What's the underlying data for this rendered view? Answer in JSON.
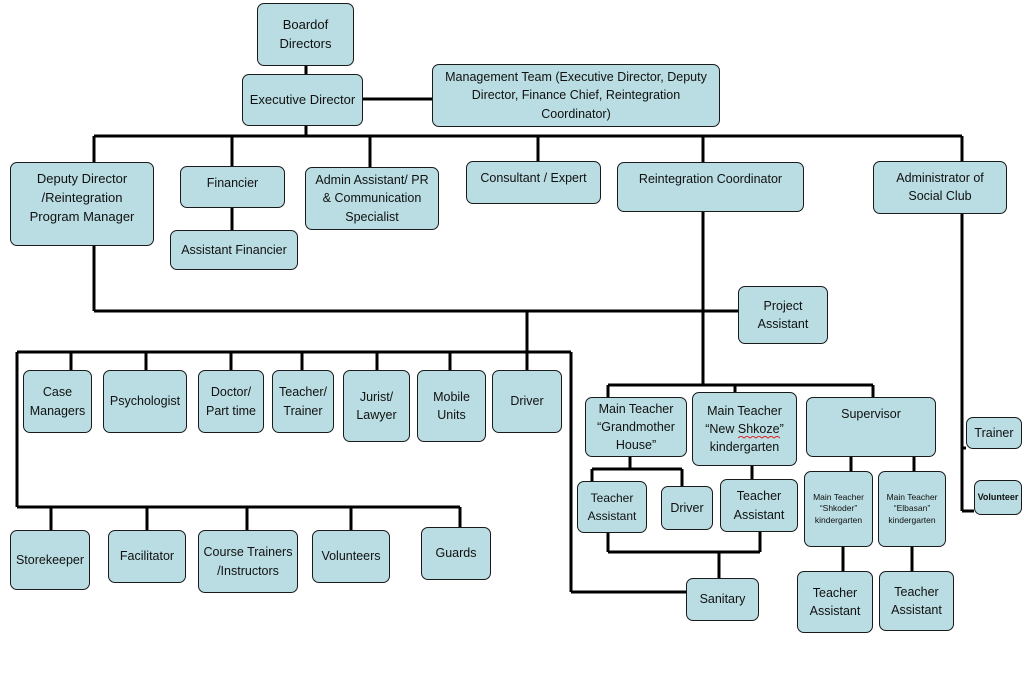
{
  "theme": {
    "box_fill": "#b9dde2",
    "box_border": "#1a1a1a",
    "line_color": "#000000"
  },
  "nodes": {
    "board": "Boardof\nDirectors",
    "executive_director": "Executive Director",
    "management_team": "Management Team (Executive Director, Deputy\nDirector, Finance Chief, Reintegration\nCoordinator)",
    "deputy_director": "Deputy Director\n/Reintegration\nProgram Manager",
    "financier": "Financier",
    "assistant_financier": "Assistant Financier",
    "admin_assistant": "Admin Assistant/ PR\n& Communication\nSpecialist",
    "consultant": "Consultant / Expert",
    "reintegration_coordinator": "Reintegration Coordinator",
    "admin_social_club": "Administrator of\nSocial Club",
    "project_assistant": "Project\nAssistant",
    "case_managers": "Case\nManagers",
    "psychologist": "Psychologist",
    "doctor": "Doctor/\nPart time",
    "teacher_trainer": "Teacher/\nTrainer",
    "jurist": "Jurist/\nLawyer",
    "mobile_units": "Mobile\nUnits",
    "driver_1": "Driver",
    "storekeeper": "Storekeeper",
    "facilitator": "Facilitator",
    "course_trainers": "Course Trainers\n/Instructors",
    "volunteers": "Volunteers",
    "guards": "Guards",
    "main_teacher_grandmother": "Main Teacher\n“Grandmother\nHouse”",
    "main_teacher_newshkoze_line1": "Main Teacher",
    "main_teacher_newshkoze_line2_pre": "“New ",
    "main_teacher_newshkoze_word": "Shkoze",
    "main_teacher_newshkoze_line2_post": "”",
    "main_teacher_newshkoze_line3": "kindergarten",
    "supervisor": "Supervisor",
    "teacher_assistant_1": "Teacher\nAssistant",
    "driver_2": "Driver",
    "teacher_assistant_2": "Teacher\nAssistant",
    "main_teacher_shkoder": "Main Teacher\n“Shkoder”\nkindergarten",
    "main_teacher_elbasan": "Main Teacher\n“Elbasan”\nkindergarten",
    "sanitary": "Sanitary",
    "teacher_assistant_3": "Teacher\nAssistant",
    "teacher_assistant_4": "Teacher\nAssistant",
    "trainer": "Trainer",
    "volunteer": "Volunteer"
  }
}
